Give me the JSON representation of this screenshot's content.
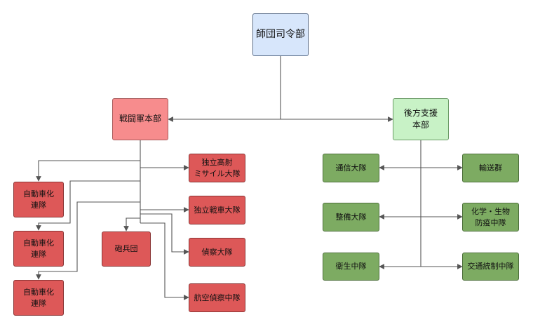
{
  "diagram": {
    "hq": {
      "label": "師団司令部"
    },
    "combat_hq": {
      "label": "戦闘軍本部"
    },
    "support_hq": {
      "label": "後方支援\n本部"
    },
    "combat_units": [
      {
        "id": "mot1",
        "label": "自動車化\n連隊"
      },
      {
        "id": "mot2",
        "label": "自動車化\n連隊"
      },
      {
        "id": "mot3",
        "label": "自動車化\n連隊"
      },
      {
        "id": "artillery",
        "label": "砲兵団"
      },
      {
        "id": "aa",
        "label": "独立高射\nミサイル大隊"
      },
      {
        "id": "tank",
        "label": "独立戦車大隊"
      },
      {
        "id": "recon",
        "label": "偵察大隊"
      },
      {
        "id": "airrecon",
        "label": "航空偵察中隊"
      }
    ],
    "support_units": [
      {
        "id": "signal",
        "label": "通信大隊"
      },
      {
        "id": "maint",
        "label": "整備大隊"
      },
      {
        "id": "medical",
        "label": "衛生中隊"
      },
      {
        "id": "transport",
        "label": "輸送群"
      },
      {
        "id": "cbrn",
        "label": "化学・生物\n防疫中隊"
      },
      {
        "id": "traffic",
        "label": "交通統制中隊"
      }
    ],
    "colors": {
      "hq": "#d7e6fb",
      "combat_hq": "#f78c8d",
      "support_hq": "#c8f2c6",
      "combat_unit": "#dd5858",
      "support_unit": "#7dab62",
      "connector": "#555555"
    }
  }
}
